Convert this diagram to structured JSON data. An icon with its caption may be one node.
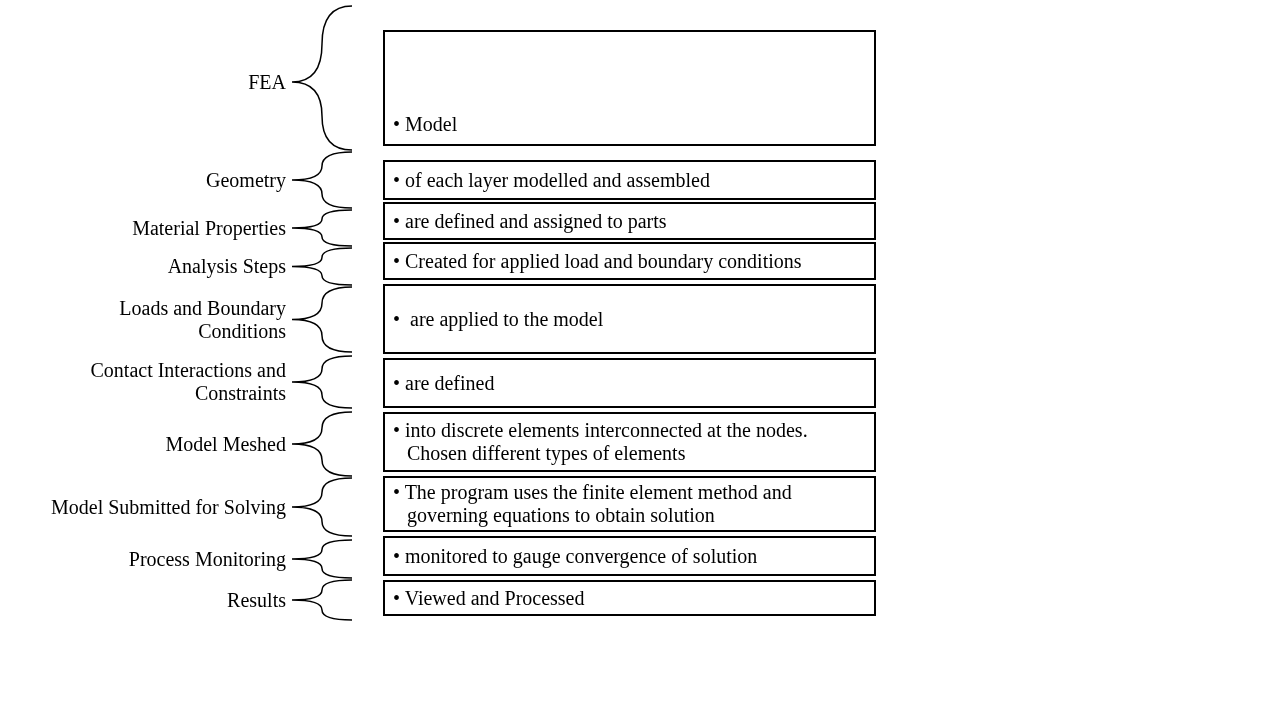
{
  "diagram": {
    "nodes": [
      {
        "text": [
          "• Model"
        ]
      },
      {
        "text": [
          "• of each layer modelled and assembled"
        ]
      },
      {
        "text": [
          "• are defined and assigned to parts"
        ]
      },
      {
        "text": [
          "• Created for applied load and boundary conditions"
        ]
      },
      {
        "text": [
          "•  are applied to the model"
        ]
      },
      {
        "text": [
          "• are defined"
        ]
      },
      {
        "text": [
          "• into discrete elements interconnected at the nodes. Chosen different types of elements"
        ]
      },
      {
        "text": [
          "• The program uses the finite element method and governing equations to obtain solution"
        ]
      },
      {
        "text": [
          "• monitored to gauge convergence of solution"
        ]
      },
      {
        "text": [
          "• Viewed and Processed"
        ]
      }
    ],
    "labels": [
      "FEA",
      "Geometry",
      "Material Properties",
      "Analysis Steps",
      "Loads and Boundary Conditions",
      "Contact Interactions and Constraints",
      "Model Meshed",
      "Model Submitted for Solving",
      "Process Monitoring",
      "Results"
    ]
  }
}
